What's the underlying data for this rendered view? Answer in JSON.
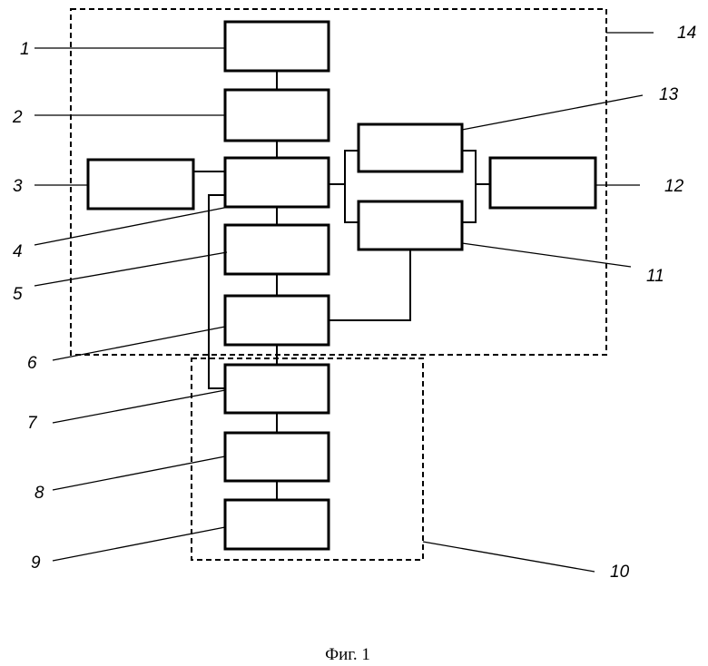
{
  "labels": {
    "n1": "1",
    "n2": "2",
    "n3": "3",
    "n4": "4",
    "n5": "5",
    "n6": "6",
    "n7": "7",
    "n8": "8",
    "n9": "9",
    "n10": "10",
    "n11": "11",
    "n12": "12",
    "n13": "13",
    "n14": "14"
  },
  "caption": "Фиг. 1"
}
